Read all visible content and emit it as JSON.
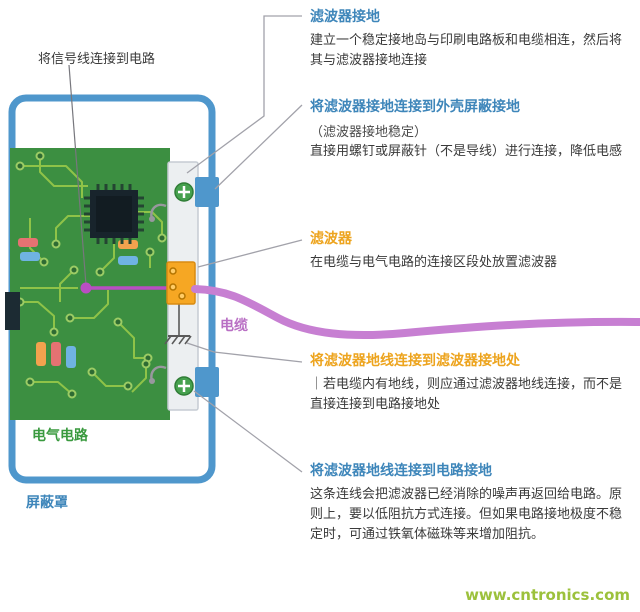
{
  "colors": {
    "accent_blue": "#3e86ba",
    "accent_orange": "#eda41e",
    "cable_purple": "#c77fd2",
    "signal_magenta": "#b94ec2",
    "pcb_green": "#3c8f41",
    "trace_green": "#8fc348",
    "shield_blue": "#4f97cc",
    "filter_orange": "#f6a723",
    "ground_screw_green": "#46a14e",
    "watermark_green": "#9cc13c"
  },
  "notes": {
    "signal_note": "将信号线连接到电路",
    "shield_label": "屏蔽罩",
    "circuit_label": "电气电路",
    "cable_label": "电缆",
    "watermark": "www.cntronics.com"
  },
  "annotations": [
    {
      "title": "滤波器接地",
      "body": "建立一个稳定接地岛与印刷电路板和电缆相连，然后将其与滤波器接地连接"
    },
    {
      "title": "将滤波器接地连接到外壳屏蔽接地",
      "sub": "（滤波器接地稳定）",
      "body": "直接用螺钉或屏蔽针（不是导线）进行连接，降低电感"
    },
    {
      "title": "滤波器",
      "body": "在电缆与电气电路的连接区段处放置滤波器"
    },
    {
      "title": "将滤波器地线连接到滤波器接地处",
      "body": "｜若电缆内有地线，则应通过滤波器地线连接，而不是直接连接到电路接地处"
    },
    {
      "title": "将滤波器地线连接到电路接地",
      "body": "这条连线会把滤波器已经消除的噪声再返回给电路。原则上，要以低阻抗方式连接。但如果电路接地极度不稳定时，可通过铁氧体磁珠等来增加阻抗。"
    }
  ]
}
